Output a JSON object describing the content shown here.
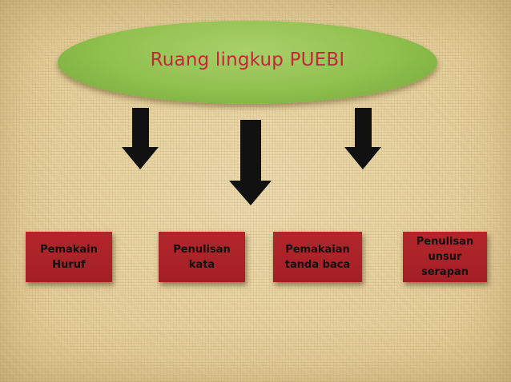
{
  "diagram": {
    "title": "Ruang lingkup PUEBI",
    "items": [
      {
        "label": "Pemakain\nHuruf"
      },
      {
        "label": "Penulisan\nkata"
      },
      {
        "label": "Pemakaian\ntanda baca"
      },
      {
        "label": "Penulisan\nunsur\nserapan"
      }
    ]
  },
  "colors": {
    "background": "#e7d3a3",
    "ellipse": "#8fc04d",
    "title_text": "#c8243a",
    "box_fill": "#a31f25",
    "box_text": "#111111",
    "arrow": "#111111"
  }
}
